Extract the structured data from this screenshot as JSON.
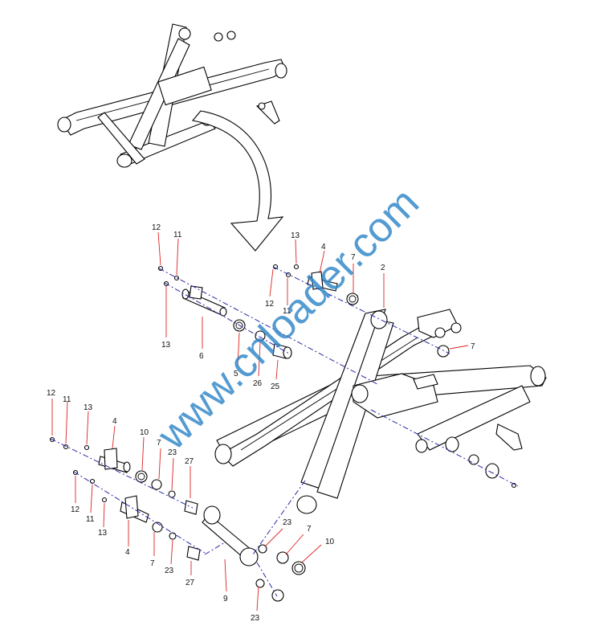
{
  "watermark": "www.cnloader.com",
  "labels": {
    "l12a": "12",
    "l11a": "11",
    "l13a": "13",
    "l6": "6",
    "l5": "5",
    "l26": "26",
    "l25": "25",
    "l13b": "13",
    "l4a": "4",
    "l12b": "12",
    "l11b": "11",
    "l7a": "7",
    "l2": "2",
    "l7b": "7",
    "l12c": "12",
    "l11c": "11",
    "l13c": "13",
    "l4b": "4",
    "l10a": "10",
    "l7c": "7",
    "l23a": "23",
    "l27a": "27",
    "l12d": "12",
    "l11d": "11",
    "l13d": "13",
    "l4c": "4",
    "l7d": "7",
    "l23b": "23",
    "l27b": "27",
    "l9": "9",
    "l23c": "23",
    "l7e": "7",
    "l10b": "10",
    "l23d": "23"
  },
  "colors": {
    "axis": "#2a2aa8",
    "leader": "#d22222",
    "watermark": "#2f86c8"
  }
}
